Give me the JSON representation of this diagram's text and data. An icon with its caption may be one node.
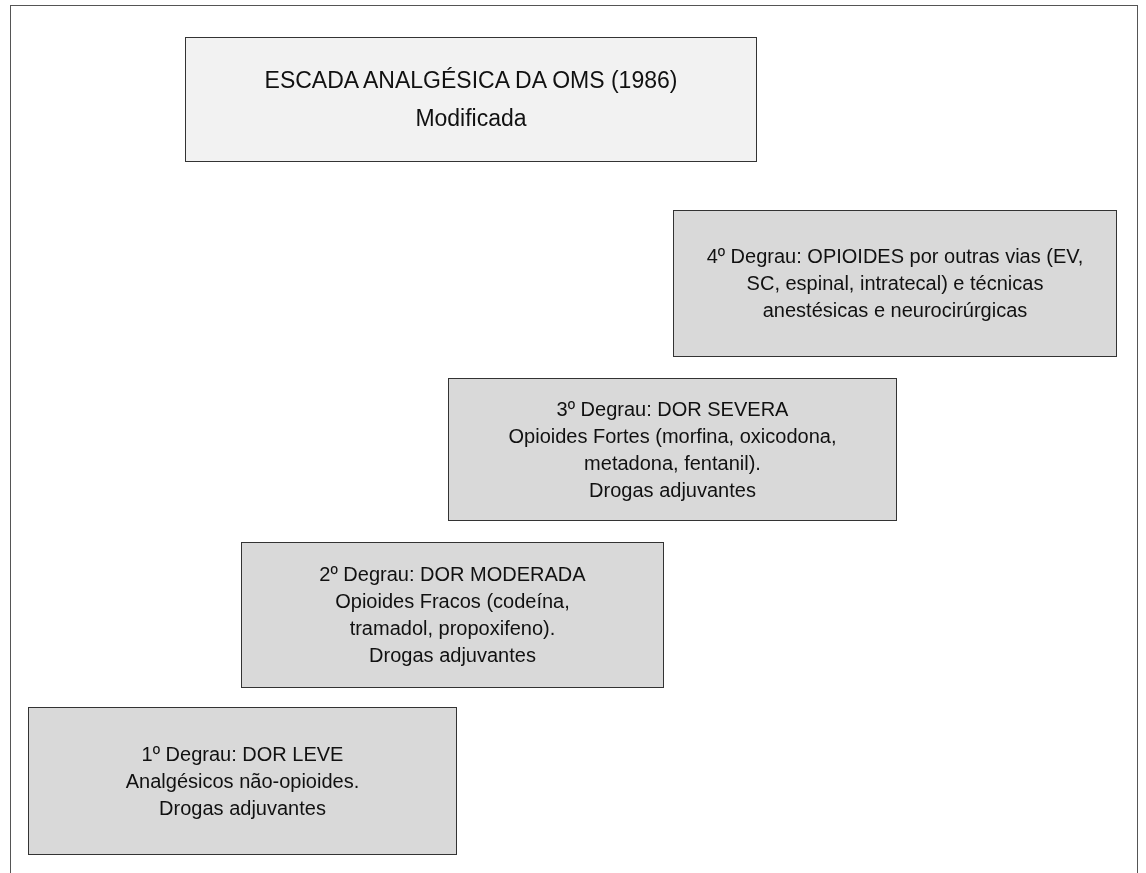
{
  "diagram": {
    "nodes": [
      {
        "text": [
          "ESCADA ANALGÉSICA DA OMS (1986)",
          "Modificada"
        ]
      },
      {
        "text": [
          "4º Degrau: OPIOIDES por outras vias (EV, SC, espinal, intratecal) e técnicas anestésicas e neurocirúrgicas"
        ]
      },
      {
        "text": [
          "3º Degrau: DOR SEVERA",
          "Opioides Fortes (morfina, oxicodona, metadona, fentanil).",
          "Drogas adjuvantes"
        ]
      },
      {
        "text": [
          "2º Degrau: DOR MODERADA",
          "Opioides Fracos (codeína, tramadol, propoxifeno).",
          "Drogas adjuvantes"
        ]
      },
      {
        "text": [
          "1º Degrau: DOR LEVE",
          "Analgésicos não-opioides.",
          "Drogas adjuvantes"
        ]
      }
    ]
  }
}
